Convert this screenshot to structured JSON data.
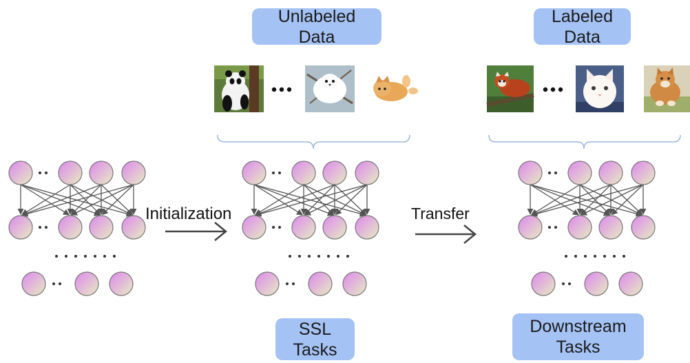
{
  "diagram": {
    "unlabeled_box": {
      "line1": "Unlabeled",
      "line2": "Data"
    },
    "labeled_box": {
      "line1": "Labeled",
      "line2": "Data"
    },
    "ssl_box": {
      "line1": "SSL",
      "line2": "Tasks"
    },
    "downstream_box": {
      "line1": "Downstream",
      "line2": "Tasks"
    },
    "initialization_label": "Initialization",
    "transfer_label": "Transfer",
    "ellipsis": "•••",
    "unlabeled_images": [
      "panda-photo",
      "bird-photo",
      "kitten-photo"
    ],
    "labeled_images": [
      "red-panda-photo",
      "white-cat-photo",
      "dog-photo"
    ],
    "colors": {
      "box_fill": "#a4c2f4",
      "node_gradient_start": "#dd88ee",
      "node_gradient_end": "#e6ecc0",
      "edge": "#555555",
      "brace": "#9bb8e0"
    }
  }
}
